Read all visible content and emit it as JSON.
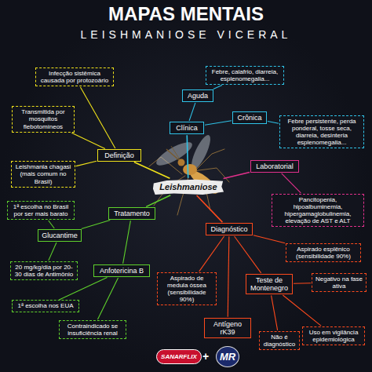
{
  "diagram": {
    "title": "MAPAS MENTAIS",
    "nodes": [
      {
        "text": [
          "Leishmaniose"
        ]
      },
      {
        "text": [
          "Definição"
        ]
      },
      {
        "text": [
          "Infecção sistêmica causada por protozoário"
        ]
      },
      {
        "text": [
          "Transmitida por mosquitos flebotomíneos"
        ]
      },
      {
        "text": [
          "Leishmania chagasi (mais comum no Brasil)"
        ]
      },
      {
        "text": [
          "Clínica"
        ]
      },
      {
        "text": [
          "Aguda"
        ]
      },
      {
        "text": [
          "Febre, calafrio, diarreia, esplenomegalia..."
        ]
      },
      {
        "text": [
          "Crônica"
        ]
      },
      {
        "text": [
          "Febre persistente, perda ponderal, tosse seca, diarreia, desinteria esplenomegalia..."
        ]
      },
      {
        "text": [
          "Laboratorial"
        ]
      },
      {
        "text": [
          "Pancitopenia, hipoalbuminemia, hipergamaglobulinemia, elevação de AST e ALT"
        ]
      },
      {
        "text": [
          "Tratamento"
        ]
      },
      {
        "text": [
          "1ª escolha no Brasil por ser mais barato"
        ]
      },
      {
        "text": [
          "Glucantime"
        ]
      },
      {
        "text": [
          "20 mg/kg/dia por 20-30 dias de Antimônio"
        ]
      },
      {
        "text": [
          "Anfotericina B"
        ]
      },
      {
        "text": [
          "1ª escolha nos EUA"
        ]
      },
      {
        "text": [
          "Contraindicado se insuficiência renal"
        ]
      },
      {
        "text": [
          "Diagnóstico"
        ]
      },
      {
        "text": [
          "Aspirado de medula óssea (sensibilidade 90%)"
        ]
      },
      {
        "text": [
          "Antígeno rK39"
        ]
      },
      {
        "text": [
          "Teste de Montenegro"
        ]
      },
      {
        "text": [
          "Aspirado esplênico (sensibilidade 90%)"
        ]
      },
      {
        "text": [
          "Negativo na fase ativa"
        ]
      },
      {
        "text": [
          "Não é diagnóstico"
        ]
      },
      {
        "text": [
          "Uso em vigilância epidemiológica"
        ]
      }
    ],
    "edges": [
      {
        "from": 0,
        "to": 1,
        "arrow": "none"
      },
      {
        "from": 1,
        "to": 2,
        "arrow": "none"
      },
      {
        "from": 1,
        "to": 3,
        "arrow": "none"
      },
      {
        "from": 1,
        "to": 4,
        "arrow": "none"
      },
      {
        "from": 0,
        "to": 5,
        "arrow": "none"
      },
      {
        "from": 5,
        "to": 6,
        "arrow": "none"
      },
      {
        "from": 6,
        "to": 7,
        "arrow": "none"
      },
      {
        "from": 5,
        "to": 8,
        "arrow": "none"
      },
      {
        "from": 8,
        "to": 9,
        "arrow": "none"
      },
      {
        "from": 0,
        "to": 10,
        "arrow": "none"
      },
      {
        "from": 10,
        "to": 11,
        "arrow": "none"
      },
      {
        "from": 0,
        "to": 12,
        "arrow": "none"
      },
      {
        "from": 12,
        "to": 14,
        "arrow": "none"
      },
      {
        "from": 14,
        "to": 13,
        "arrow": "none"
      },
      {
        "from": 14,
        "to": 15,
        "arrow": "none"
      },
      {
        "from": 12,
        "to": 16,
        "arrow": "none"
      },
      {
        "from": 16,
        "to": 17,
        "arrow": "none"
      },
      {
        "from": 16,
        "to": 18,
        "arrow": "none"
      },
      {
        "from": 0,
        "to": 19,
        "arrow": "none"
      },
      {
        "from": 19,
        "to": 20,
        "arrow": "none"
      },
      {
        "from": 19,
        "to": 21,
        "arrow": "none"
      },
      {
        "from": 19,
        "to": 22,
        "arrow": "none"
      },
      {
        "from": 19,
        "to": 23,
        "arrow": "none"
      },
      {
        "from": 22,
        "to": 24,
        "arrow": "none"
      },
      {
        "from": 22,
        "to": 25,
        "arrow": "none"
      },
      {
        "from": 22,
        "to": 26,
        "arrow": "none"
      }
    ],
    "labels": [
      "LEISHMANIOSE VICERAL",
      "SANARFLIX",
      "+",
      "MR"
    ]
  }
}
